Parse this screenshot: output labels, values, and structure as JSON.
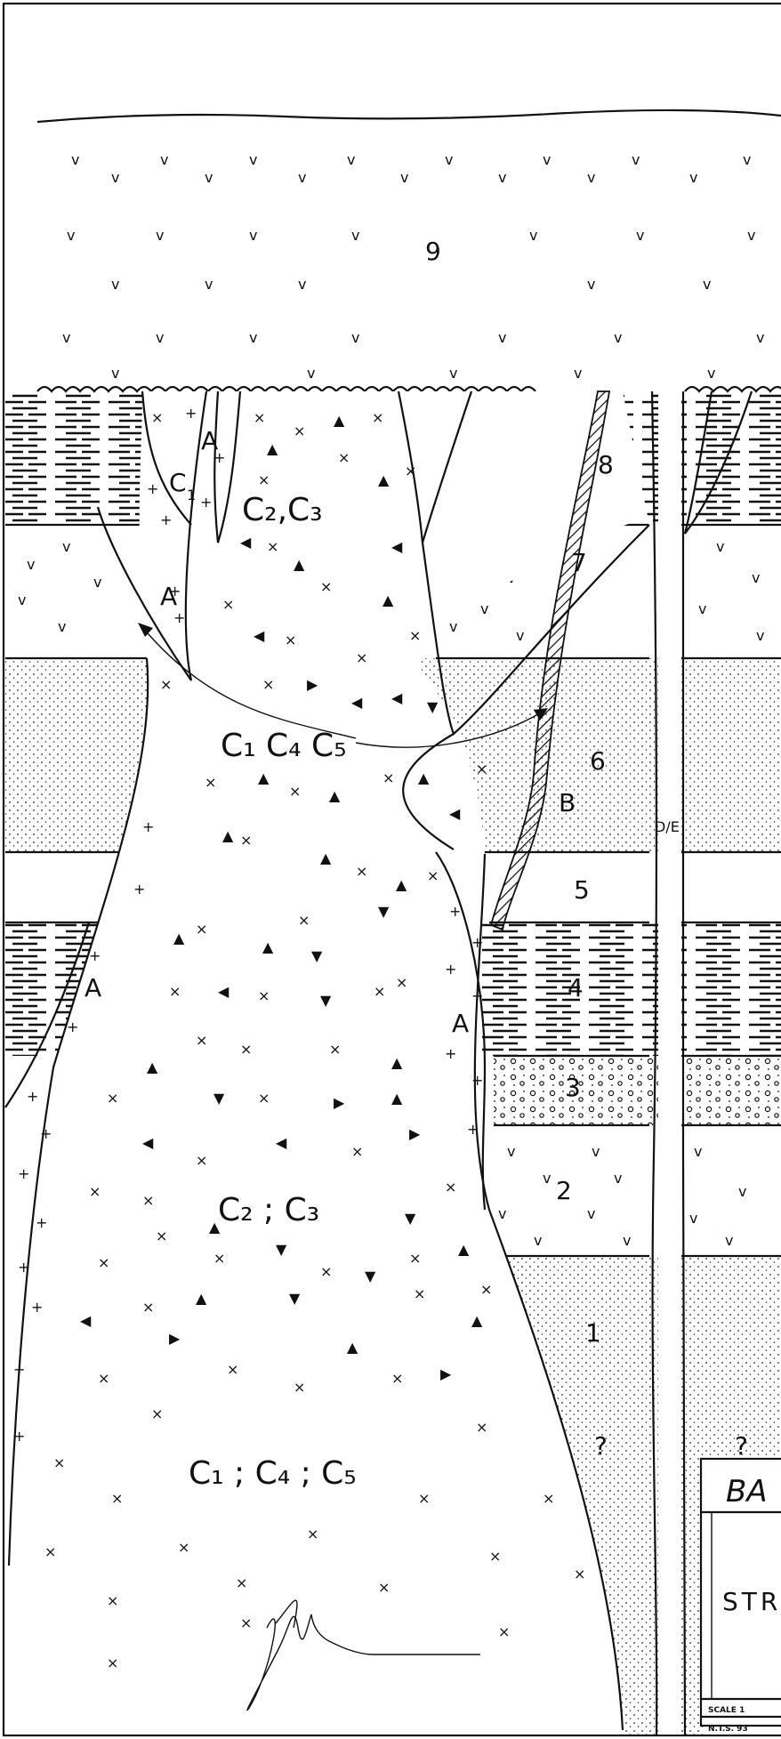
{
  "units": {
    "u9": "9",
    "u8": "8",
    "u7": "7",
    "u6": "6",
    "u5": "5",
    "u4": "4",
    "u3": "3",
    "u2": "2",
    "u1": "1",
    "uncertain": "?"
  },
  "intrusions": {
    "a": "A",
    "b": "B",
    "c1": "C",
    "c1_sub": "1",
    "c2c3_top": "C₂,C₃",
    "c1c4c5_mid": "C₁ C₄ C₅",
    "c2c3_low": "C₂ ; C₃",
    "c1c4c5_low": "C₁ ; C₄ ; C₅"
  },
  "fault_label": "D/E",
  "title_block": {
    "title_fragment": "BA",
    "subtitle_fragment": "STR",
    "scale_label": "SCALE  1",
    "nts_label": "N.T.S. 93"
  },
  "icons": [
    "signature-icon",
    "arrow-icon"
  ]
}
